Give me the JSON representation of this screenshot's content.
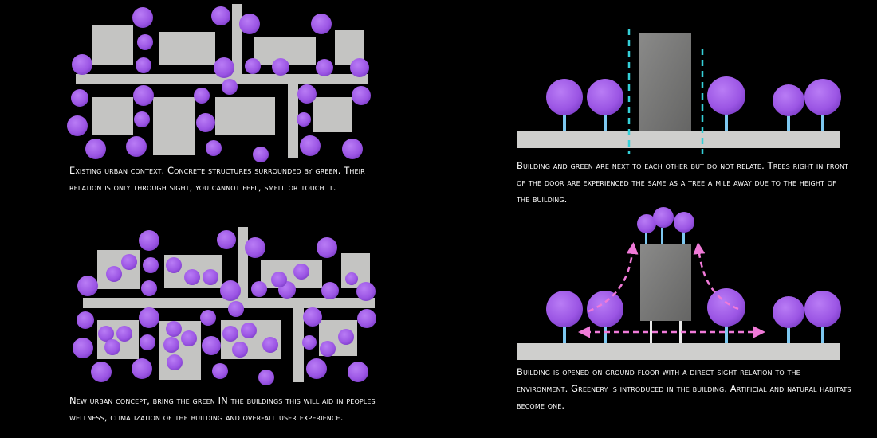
{
  "colors": {
    "background": "#000000",
    "building": "#c4c4c2",
    "building_dark": "#7a7a79",
    "road": "#c4c4c2",
    "ground": "#cfcfcd",
    "tree": "#a05de8",
    "trunk": "#7ec8f0",
    "sight_line": "#35d0d8",
    "arrow": "#f07ad8",
    "caption": "#ffffff"
  },
  "icons": {
    "tree": "purple-circle-tree",
    "building": "grey-rectangle-building",
    "sight-line": "cyan-dashed-line",
    "flow-arrow": "pink-dashed-arrow"
  },
  "captions": {
    "existing": "Existing urban context. Concrete structures surrounded by green. Their relation is only through sight, you cannot feel, smell or touch it.",
    "new": "New urban concept, bring the green IN the buildings this will aid in peoples wellness, climatization of the building and over-all user experience.",
    "section_current": "Building and green are next to each other but do not relate. Trees right in front of the door are experienced the same as a tree a mile away due to the height of the building.",
    "section_new": "Building is opened on ground floor with a direct sight relation to the environment. Greenery is introduced in the building. Artificial and natural habitats become one."
  }
}
